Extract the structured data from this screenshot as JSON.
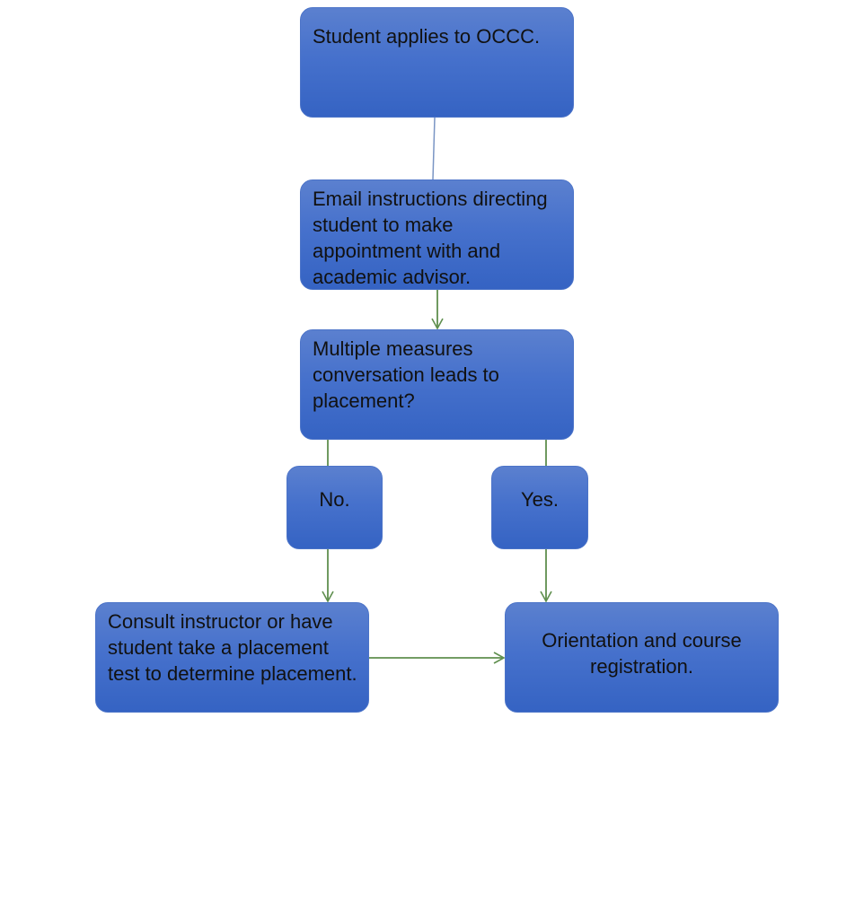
{
  "colors": {
    "box_fill": "#4671cc",
    "box_border": "#4c74c8",
    "connector_blue": "#7a95c4",
    "connector_green": "#5f8f4e"
  },
  "nodes": {
    "apply": "Student applies to OCCC.",
    "email": "Email instructions directing student to make appointment with and academic advisor.",
    "measures": "Multiple measures conversation leads to placement?",
    "no": "No.",
    "yes": "Yes.",
    "consult": "Consult instructor or have student take a placement test to determine placement.",
    "orientation": "Orientation and course registration."
  }
}
